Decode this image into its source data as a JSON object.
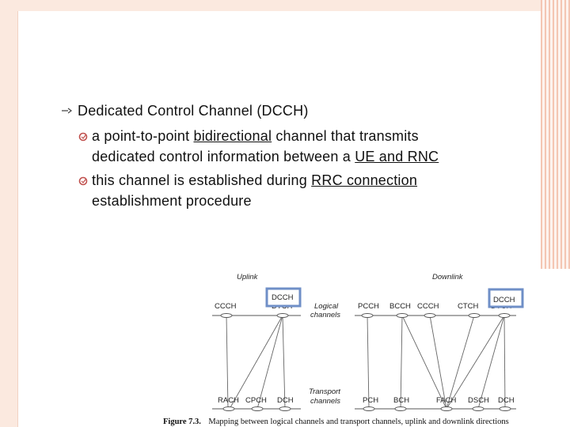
{
  "slide": {
    "heading": "Dedicated Control Channel (DCCH)",
    "bullets": [
      {
        "parts": [
          "a point-to-point ",
          "bidirectional",
          " channel that transmits"
        ],
        "line2_parts": [
          "dedicated control information between a ",
          "UE and RNC"
        ]
      },
      {
        "parts": [
          "this channel is established during ",
          "RRC connection"
        ],
        "line2_parts": [
          "establishment procedure"
        ]
      }
    ]
  },
  "figure": {
    "uplink_label": "Uplink",
    "downlink_label": "Downlink",
    "logical_label_1": "Logical",
    "logical_label_2": "channels",
    "transport_label_1": "Transport",
    "transport_label_2": "channels",
    "highlight_box_1": "DCCH",
    "highlight_box_2": "DCCH",
    "uplink_logical": [
      "CCCH",
      "DTCH"
    ],
    "downlink_logical": [
      "PCCH",
      "BCCH",
      "CCCH",
      "CTCH",
      "DTCH"
    ],
    "uplink_transport": [
      "RACH",
      "CPCH",
      "DCH"
    ],
    "downlink_transport": [
      "PCH",
      "BCH",
      "FACH",
      "DSCH",
      "DCH"
    ],
    "caption_label": "Figure 7.3.",
    "caption_text": "Mapping between logical channels and transport channels, uplink and downlink directions",
    "highlight_color": "#6f8fc7"
  }
}
